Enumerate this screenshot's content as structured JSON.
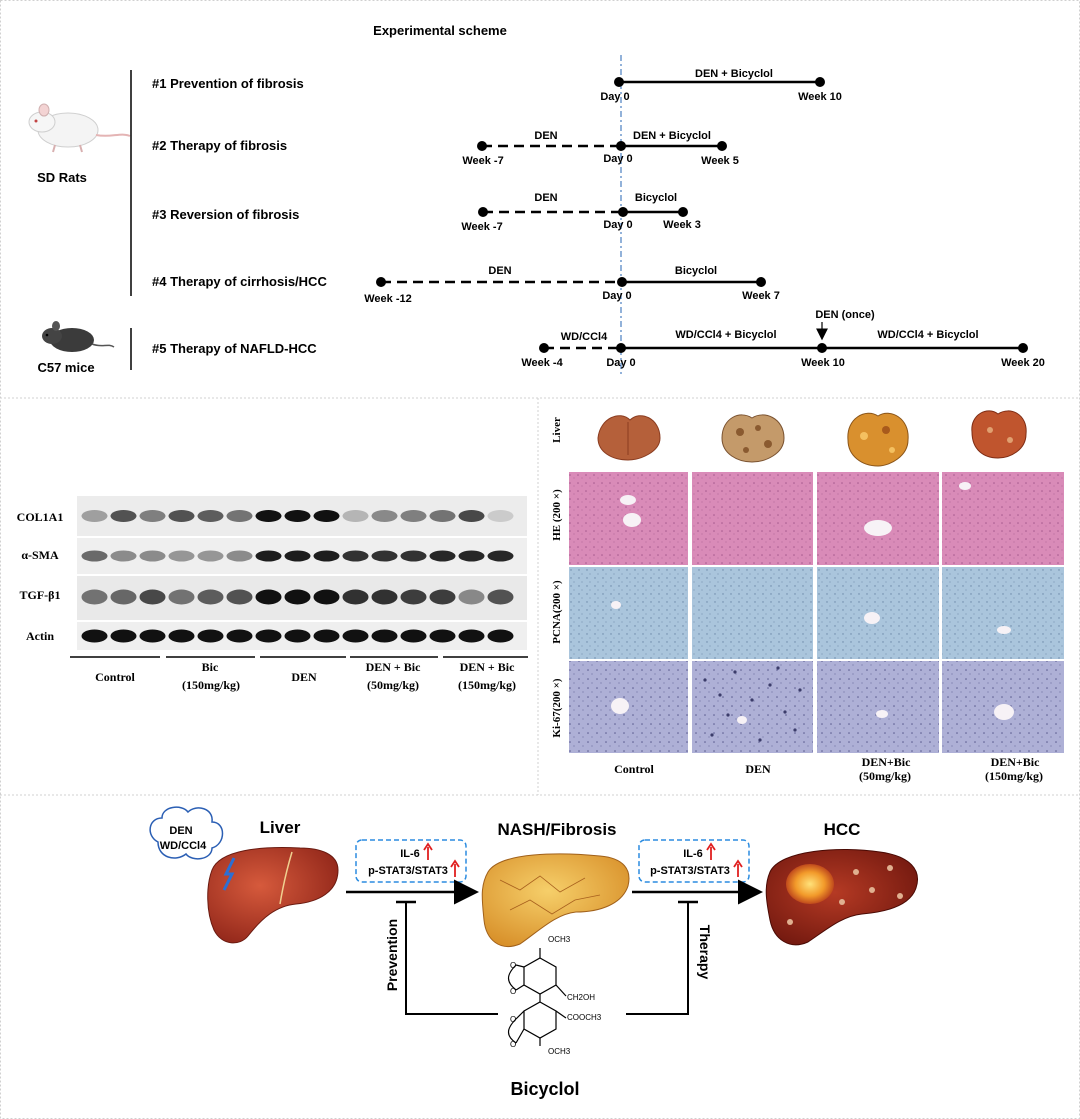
{
  "scheme": {
    "title": "Experimental scheme",
    "rats_label": "SD Rats",
    "mice_label": "C57 mice",
    "rows": [
      {
        "label": "#1 Prevention of fibrosis",
        "segments": [
          "DEN + Bicyclol"
        ],
        "ticks": [
          "Day 0",
          "Week 10"
        ]
      },
      {
        "label": "#2 Therapy of fibrosis",
        "segments": [
          "DEN",
          "DEN + Bicyclol"
        ],
        "ticks": [
          "Week -7",
          "Day 0",
          "Week 5"
        ]
      },
      {
        "label": "#3 Reversion of fibrosis",
        "segments": [
          "DEN",
          "Bicyclol"
        ],
        "ticks": [
          "Week -7",
          "Day 0",
          "Week 3"
        ]
      },
      {
        "label": "#4 Therapy of cirrhosis/HCC",
        "segments": [
          "DEN",
          "Bicyclol"
        ],
        "ticks": [
          "Week -12",
          "Day 0",
          "Week 7"
        ]
      },
      {
        "label": "#5 Therapy of NAFLD-HCC",
        "segments": [
          "WD/CCl4",
          "WD/CCl4 + Bicyclol",
          "WD/CCl4 + Bicyclol"
        ],
        "ticks": [
          "Week -4",
          "Day 0",
          "Week 10",
          "Week 20"
        ],
        "event": "DEN (once)"
      }
    ]
  },
  "western": {
    "proteins": [
      "COL1A1",
      "α-SMA",
      "TGF-β1",
      "Actin"
    ],
    "groups": [
      {
        "line1": "Control",
        "line2": ""
      },
      {
        "line1": "Bic",
        "line2": "(150mg/kg)"
      },
      {
        "line1": "DEN",
        "line2": ""
      },
      {
        "line1": "DEN + Bic",
        "line2": "(50mg/kg)"
      },
      {
        "line1": "DEN + Bic",
        "line2": "(150mg/kg)"
      }
    ]
  },
  "histology": {
    "rows": [
      "Liver",
      "HE (200 ×)",
      "PCNA(200 ×)",
      "Ki-67(200 ×)"
    ],
    "columns": [
      {
        "line1": "Control",
        "line2": ""
      },
      {
        "line1": "DEN",
        "line2": ""
      },
      {
        "line1": "DEN+Bic",
        "line2": "(50mg/kg)"
      },
      {
        "line1": "DEN+Bic",
        "line2": "(150mg/kg)"
      }
    ],
    "colors": {
      "he": "#d98bb8",
      "pcna": "#aac5dc",
      "ki67": "#aeb0d6"
    }
  },
  "mechanism": {
    "cloud_line1": "DEN",
    "cloud_line2": "WD/CCl4",
    "stage_liver": "Liver",
    "stage_nash": "NASH/Fibrosis",
    "stage_hcc": "HCC",
    "marker1": "IL-6",
    "marker2": "p-STAT3/STAT3",
    "prevention": "Prevention",
    "therapy": "Therapy",
    "drug": "Bicyclol",
    "chem": {
      "och3": "OCH3",
      "ch2oh": "CH2OH",
      "cooch3": "COOCH3",
      "o": "O"
    }
  }
}
